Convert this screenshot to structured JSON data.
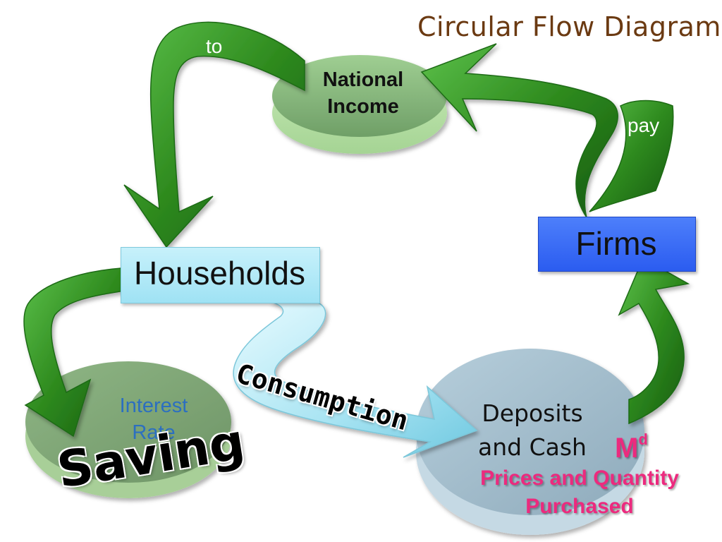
{
  "diagram": {
    "title": "Circular Flow Diagram",
    "arrow_labels": {
      "to": "to",
      "pay": "pay"
    },
    "nodes": {
      "national_income": {
        "line1": "National",
        "line2": "Income"
      },
      "households": "Households",
      "firms": "Firms",
      "saving": {
        "inner_line1": "Interest",
        "inner_line2": "Rate",
        "label": "Saving"
      },
      "deposits": {
        "line1": "Deposits",
        "line2": "and Cash"
      }
    },
    "consumption_label": "Consumption",
    "money_demand": {
      "base": "M",
      "superscript": "d"
    },
    "prices_caption": {
      "line1": "Prices and Quantity",
      "line2": "Purchased"
    }
  },
  "colors": {
    "title": "#6b3a12",
    "arrow_green": "#2f8a1f",
    "arrow_cyan": "#a9e6f3",
    "households_fill": "#b8ecf8",
    "firms_fill": "#3a6cf5",
    "interest_rate_text": "#2c6fc0",
    "accent_pink": "#ec2a7e"
  }
}
